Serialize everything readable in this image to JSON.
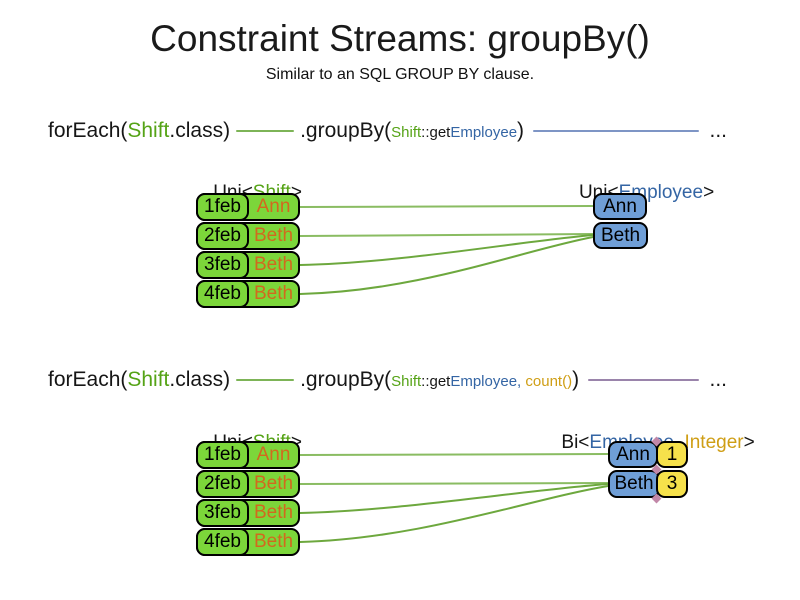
{
  "title": "Constraint Streams: groupBy()",
  "subtitle": "Similar to an SQL GROUP BY clause.",
  "colors": {
    "code_green": "#55a316",
    "code_blue": "#3465a4",
    "code_gold": "#cf9e15",
    "employee_orange": "#d2691e",
    "shift_box_green": "#7cd63a",
    "group_box_blue": "#6f9ed6",
    "count_box_yellow": "#f6e14b",
    "line_green": "#7db457",
    "line_blue": "#7e95c5",
    "line_purple": "#9a84ab",
    "junction_pink": "#c287a8"
  },
  "stream1": {
    "code": {
      "foreach_open": "forEach(",
      "foreach_class": "Shift",
      "foreach_close": ".class)",
      "groupby_open": ".groupBy(",
      "arg1_class": "Shift",
      "arg1_method": "::get",
      "arg1_type": "Employee",
      "groupby_close": ")",
      "ellipsis": "..."
    },
    "source_label": {
      "prefix": "Uni<",
      "type": "Shift",
      "suffix": ">"
    },
    "target_label": {
      "prefix": "Uni<",
      "type": "Employee",
      "suffix": ">"
    },
    "shifts": [
      {
        "date": "1feb",
        "employee": "Ann"
      },
      {
        "date": "2feb",
        "employee": "Beth"
      },
      {
        "date": "3feb",
        "employee": "Beth"
      },
      {
        "date": "4feb",
        "employee": "Beth"
      }
    ],
    "groups": [
      {
        "employee": "Ann"
      },
      {
        "employee": "Beth"
      }
    ]
  },
  "stream2": {
    "code": {
      "foreach_open": "forEach(",
      "foreach_class": "Shift",
      "foreach_close": ".class)",
      "groupby_open": ".groupBy(",
      "arg1_class": "Shift",
      "arg1_method": "::get",
      "arg1_type": "Employee",
      "arg_separator": ", ",
      "arg2_collector": "count()",
      "groupby_close": ")",
      "ellipsis": "..."
    },
    "source_label": {
      "prefix": "Uni<",
      "type": "Shift",
      "suffix": ">"
    },
    "target_label": {
      "prefix": "Bi<",
      "type1": "Employee",
      "separator": ", ",
      "type2": "Integer",
      "suffix": ">"
    },
    "shifts": [
      {
        "date": "1feb",
        "employee": "Ann"
      },
      {
        "date": "2feb",
        "employee": "Beth"
      },
      {
        "date": "3feb",
        "employee": "Beth"
      },
      {
        "date": "4feb",
        "employee": "Beth"
      }
    ],
    "groups": [
      {
        "employee": "Ann",
        "count": "1"
      },
      {
        "employee": "Beth",
        "count": "3"
      }
    ]
  }
}
